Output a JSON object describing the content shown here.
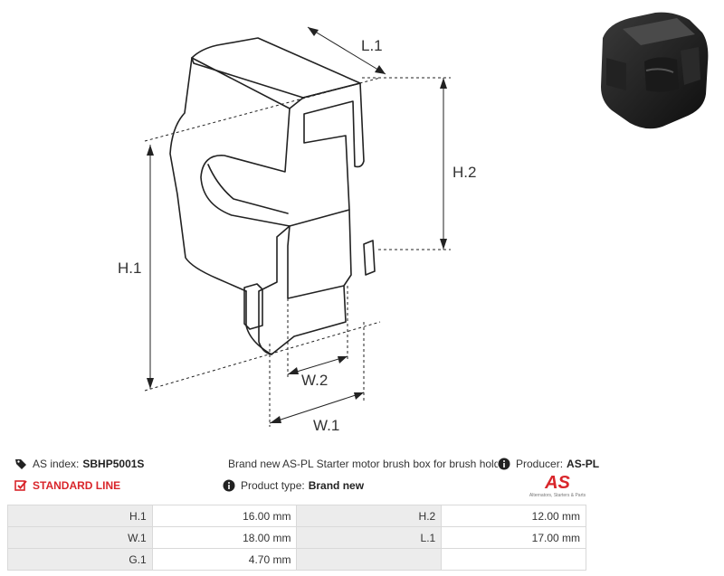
{
  "drawing": {
    "labels": {
      "l1": "L.1",
      "h2": "H.2",
      "h1": "H.1",
      "w2": "W.2",
      "w1": "W.1"
    }
  },
  "info": {
    "as_index_label": "AS index:",
    "as_index_value": "SBHP5001S",
    "standard_line": "STANDARD LINE",
    "description": "Brand new AS-PL Starter motor brush box for brush holde",
    "product_type_label": "Product type:",
    "product_type_value": "Brand new",
    "producer_label": "Producer:",
    "producer_value": "AS-PL"
  },
  "logo": {
    "mark": "AS",
    "sub": "Alternators, Starters & Parts"
  },
  "specs": [
    {
      "k1": "H.1",
      "v1": "16.00 mm",
      "k2": "H.2",
      "v2": "12.00 mm"
    },
    {
      "k1": "W.1",
      "v1": "18.00 mm",
      "k2": "L.1",
      "v2": "17.00 mm"
    },
    {
      "k1": "G.1",
      "v1": "4.70 mm",
      "k2": "",
      "v2": ""
    }
  ],
  "colors": {
    "accent_red": "#d9262b",
    "table_key_bg": "#ececec",
    "line": "#222222"
  },
  "icons": {
    "tag": "tag-icon",
    "check": "checkbox-icon",
    "info": "info-icon"
  }
}
